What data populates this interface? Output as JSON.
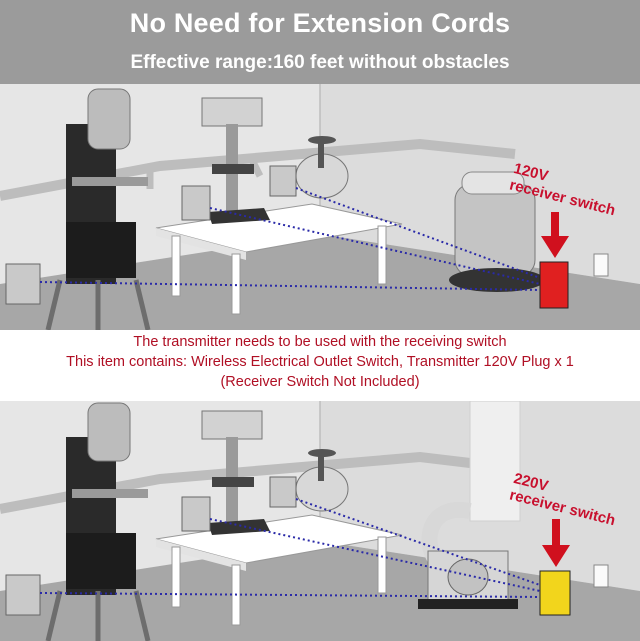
{
  "header": {
    "title": "No Need for Extension Cords",
    "subtitle": "Effective range:160 feet without obstacles"
  },
  "scene_top": {
    "callout": [
      "120V",
      "receiver switch"
    ],
    "receiver_color": "#e02020"
  },
  "captions": {
    "line1": "The transmitter needs to be used with the receiving switch",
    "line2": "This item contains: Wireless Electrical Outlet Switch, Transmitter 120V Plug x 1",
    "line3": "(Receiver Switch Not Included)"
  },
  "scene_bottom": {
    "callout": [
      "220V",
      "receiver switch"
    ],
    "receiver_color": "#f2d51c"
  },
  "colors": {
    "header_bg": "#9b9b9b",
    "caption_red": "#b00f24",
    "arrow_red": "#d0101e",
    "signal_blue": "#2a2aa8"
  }
}
